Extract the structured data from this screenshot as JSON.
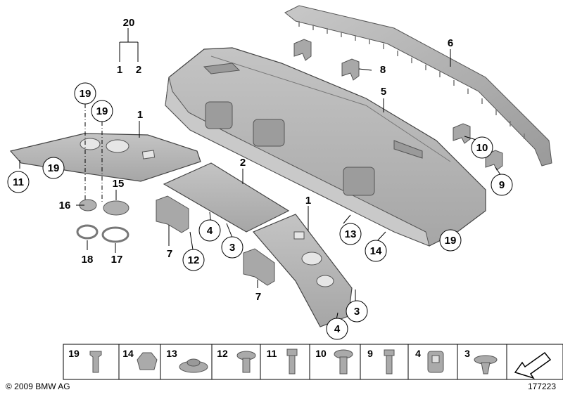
{
  "callouts": {
    "c1": "1",
    "c2": "2",
    "c3": "3",
    "c4": "4",
    "c5": "5",
    "c6": "6",
    "c7": "7",
    "c8": "8",
    "c9": "9",
    "c10": "10",
    "c11": "11",
    "c12": "12",
    "c13": "13",
    "c14": "14",
    "c15": "15",
    "c16": "16",
    "c17": "17",
    "c18": "18",
    "c19": "19",
    "c20": "20"
  },
  "strip": [
    "19",
    "14",
    "13",
    "12",
    "11",
    "10",
    "9",
    "4",
    "3"
  ],
  "footer": {
    "copyright": "© 2009 BMW AG",
    "diagram_number": "177223"
  },
  "colors": {
    "part_fill": "#b4b4b4",
    "part_dark": "#8e8e8e",
    "part_light": "#d2d2d2",
    "line": "#000000"
  }
}
